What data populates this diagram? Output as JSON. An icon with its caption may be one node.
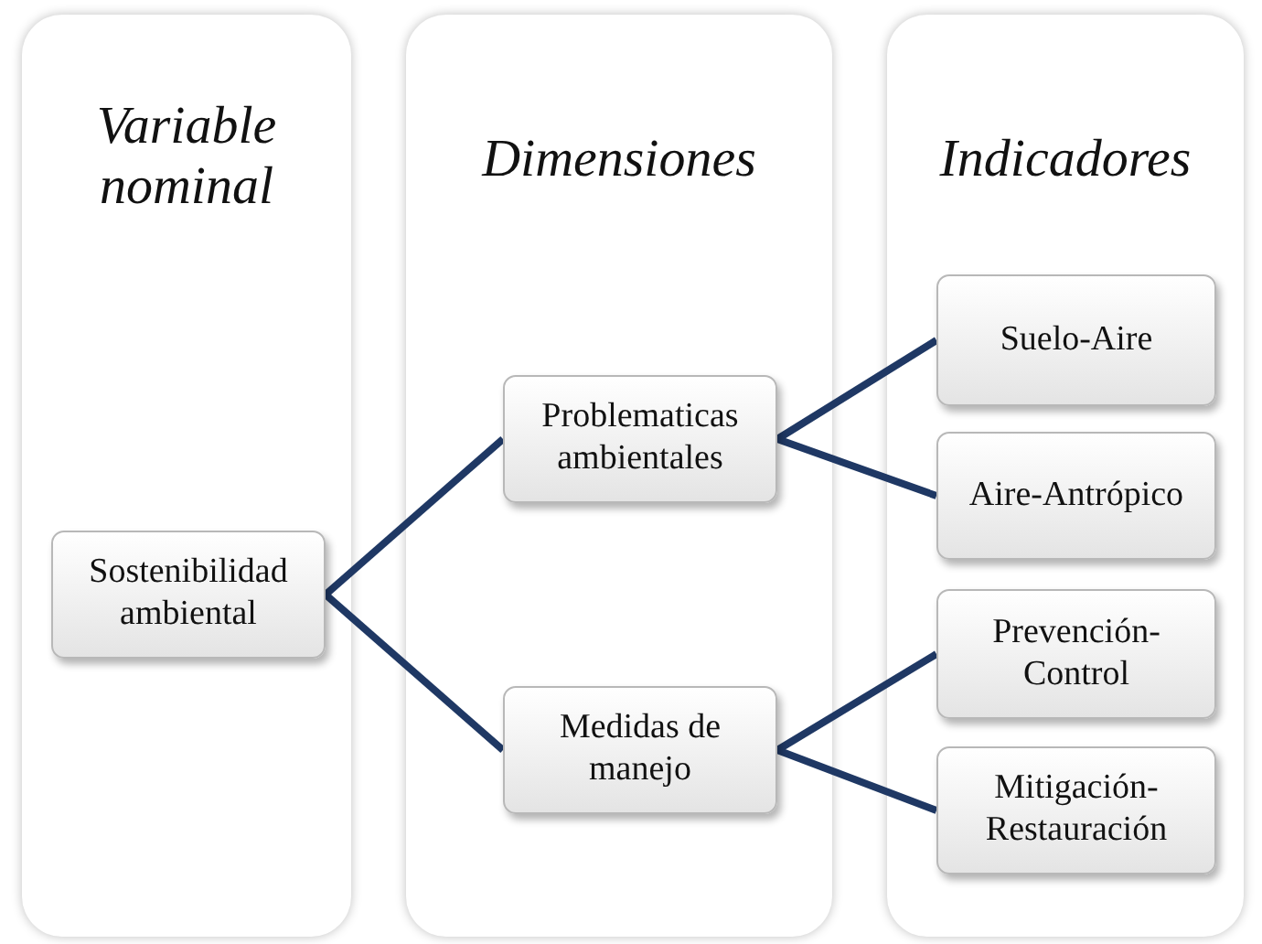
{
  "diagram": {
    "nodes": [
      {
        "text": [
          "Variable nominal"
        ]
      },
      {
        "text": [
          "Dimensiones"
        ]
      },
      {
        "text": [
          "Indicadores"
        ]
      },
      {
        "text": [
          "Sostenibilidad ambiental"
        ],
        "in": 0
      },
      {
        "text": [
          "Problematicas ambientales"
        ],
        "in": 1
      },
      {
        "text": [
          "Medidas de manejo"
        ],
        "in": 1
      },
      {
        "text": [
          "Suelo-Aire"
        ],
        "in": 2
      },
      {
        "text": [
          "Aire-Antrópico"
        ],
        "in": 2
      },
      {
        "text": [
          "Prevención-Control"
        ],
        "in": 2
      },
      {
        "text": [
          "Mitigación-Restauración"
        ],
        "in": 2
      }
    ],
    "edges": [
      {
        "from": 3,
        "to": 4,
        "arrow": "none"
      },
      {
        "from": 3,
        "to": 5,
        "arrow": "none"
      },
      {
        "from": 4,
        "to": 6,
        "arrow": "none"
      },
      {
        "from": 4,
        "to": 7,
        "arrow": "none"
      },
      {
        "from": 5,
        "to": 8,
        "arrow": "none"
      },
      {
        "from": 5,
        "to": 9,
        "arrow": "none"
      }
    ]
  }
}
